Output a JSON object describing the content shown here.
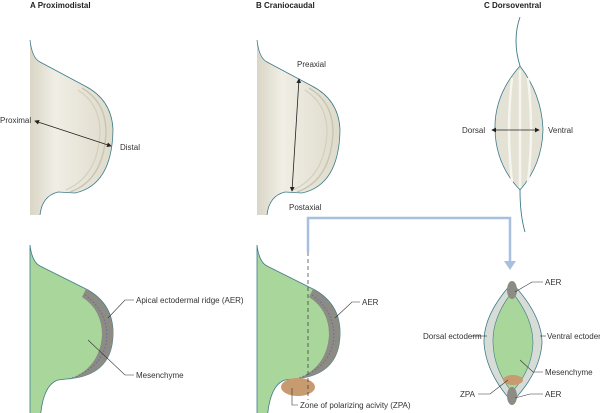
{
  "panels": {
    "a": {
      "title": "A  Proximodistal",
      "proximal": "Proximal",
      "distal": "Distal",
      "aer": "Apical ectodermal ridge (AER)",
      "mesenchyme": "Mesenchyme"
    },
    "b": {
      "title": "B  Craniocaudal",
      "preaxial": "Preaxial",
      "postaxial": "Postaxial",
      "aer": "AER",
      "zpa": "Zone of polarizing acivity (ZPA)"
    },
    "c": {
      "title": "C  Dorsoventral",
      "dorsal": "Dorsal",
      "ventral": "Ventral",
      "aer_top": "AER",
      "dorsal_ectoderm": "Dorsal ectoderm",
      "ventral_ectoderm": "Ventral ectoderm",
      "mesenchyme": "Mesenchyme",
      "zpa": "ZPA",
      "aer_bottom": "AER"
    }
  },
  "colors": {
    "bud": "#e9e7dc",
    "outline": "#3d7b8a",
    "mesenchyme": "#a9d69a",
    "aer": "#8c8c84",
    "zpa": "#c89a70",
    "arrow": "#a8bfe0"
  }
}
